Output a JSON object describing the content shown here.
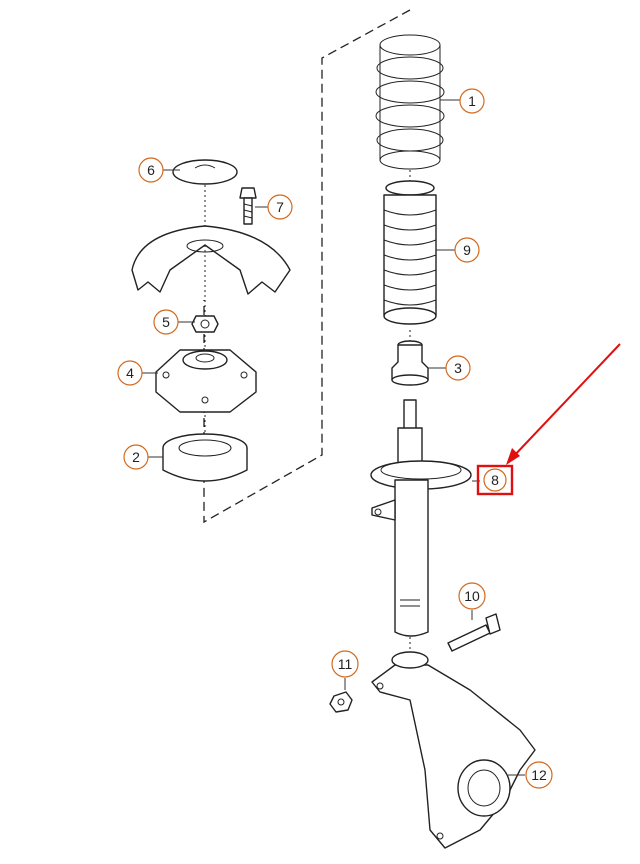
{
  "callouts": [
    {
      "id": "c1",
      "label": "1"
    },
    {
      "id": "c2",
      "label": "2"
    },
    {
      "id": "c3",
      "label": "3"
    },
    {
      "id": "c4",
      "label": "4"
    },
    {
      "id": "c5",
      "label": "5"
    },
    {
      "id": "c6",
      "label": "6"
    },
    {
      "id": "c7",
      "label": "7"
    },
    {
      "id": "c8",
      "label": "8"
    },
    {
      "id": "c9",
      "label": "9"
    },
    {
      "id": "c10",
      "label": "10"
    },
    {
      "id": "c11",
      "label": "11"
    },
    {
      "id": "c12",
      "label": "12"
    }
  ],
  "highlight": {
    "target": "8",
    "color": "#e01010"
  }
}
